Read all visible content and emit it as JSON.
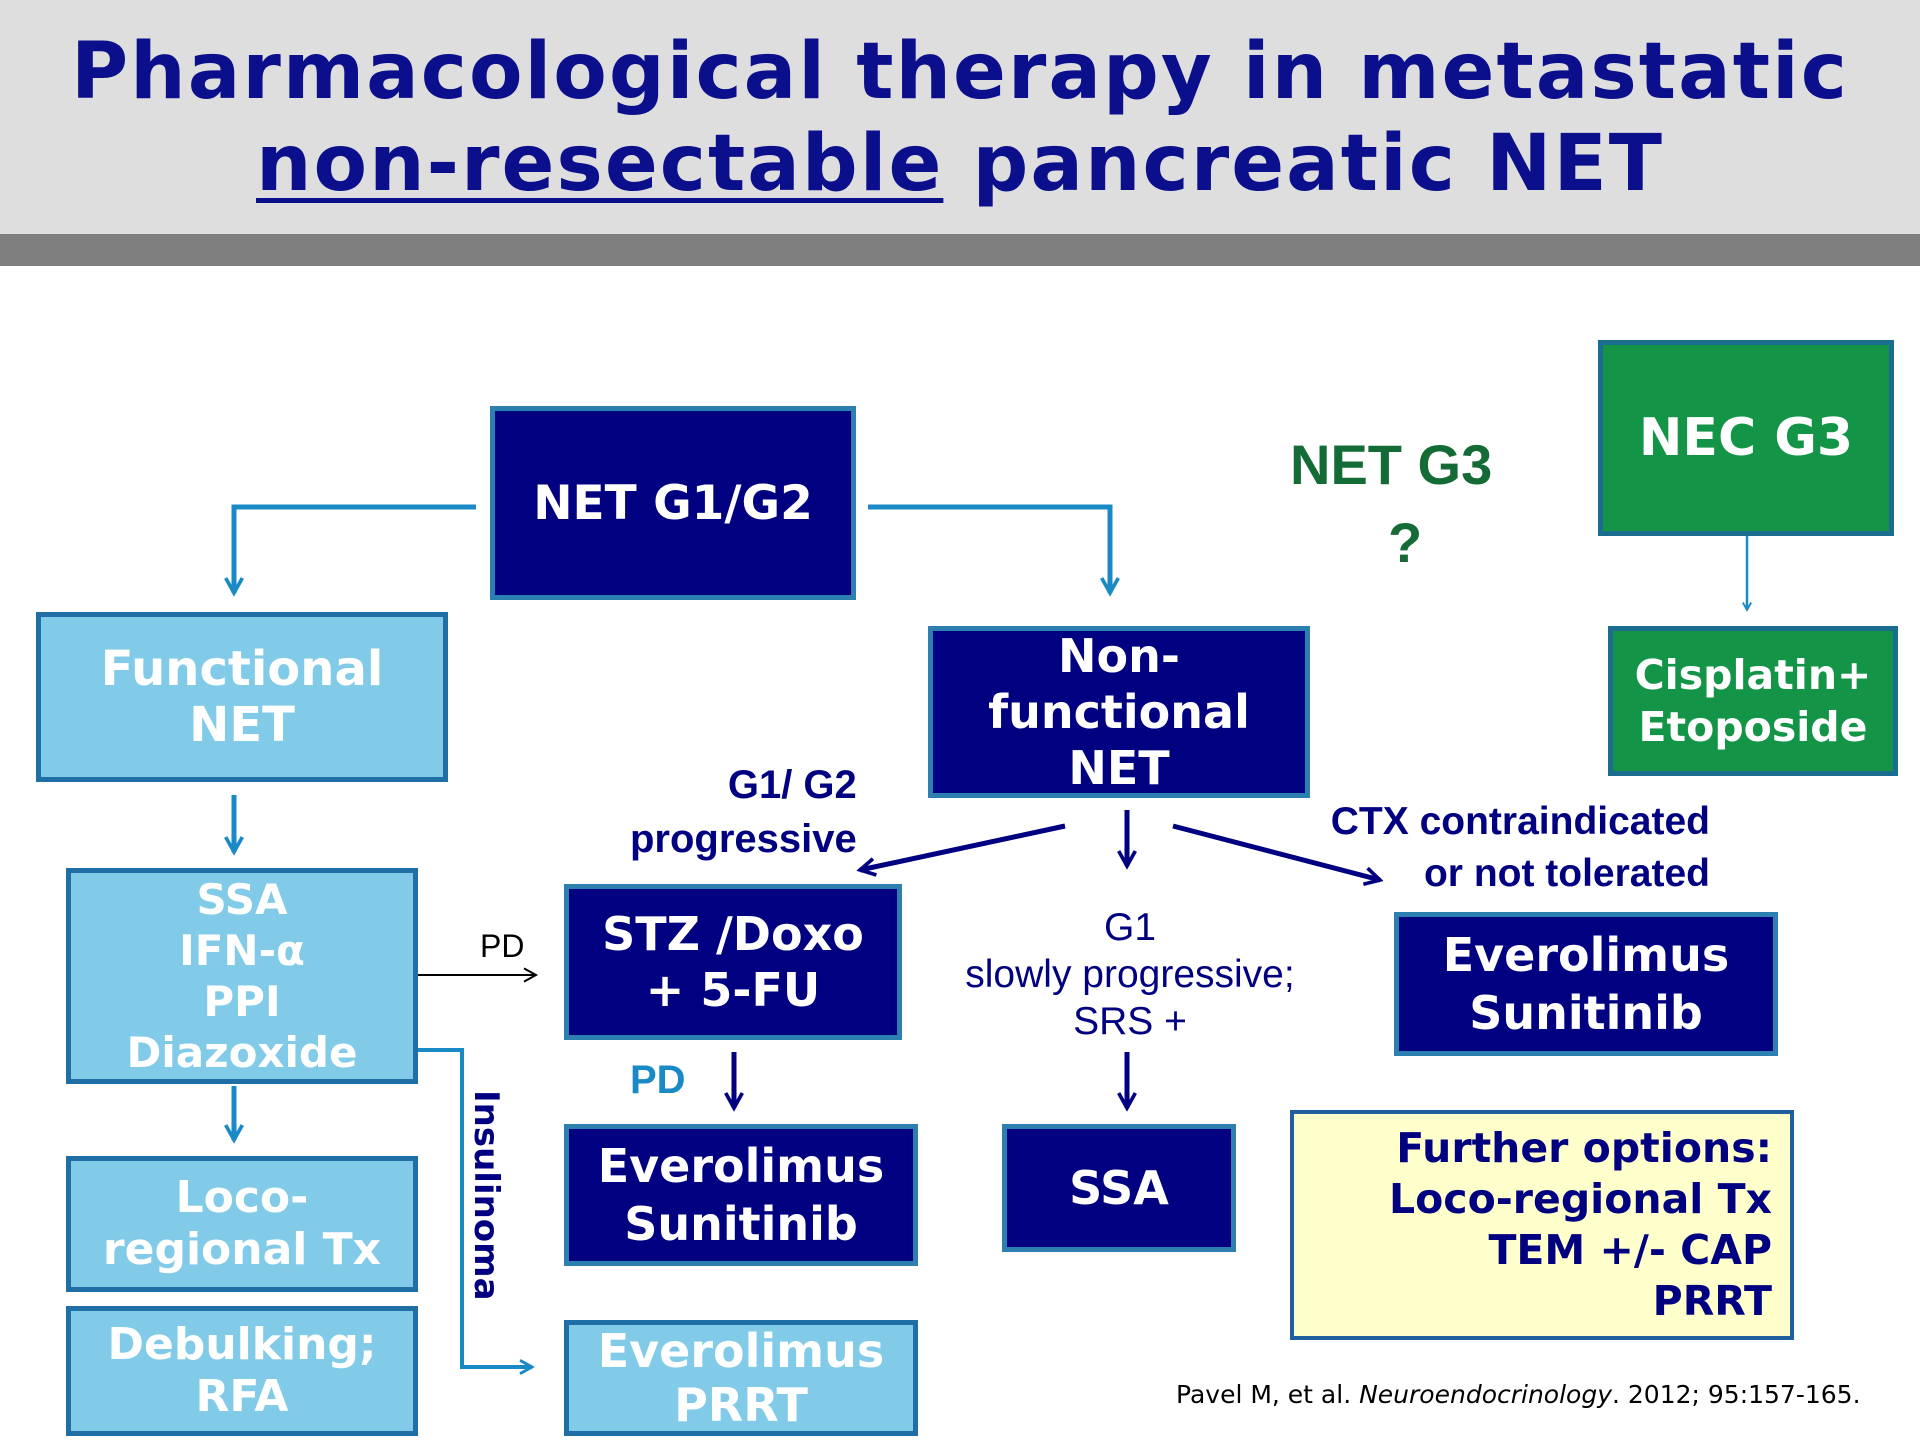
{
  "title": {
    "line1": "Pharmacological therapy in metastatic",
    "line2_underlined": "non-resectable",
    "line2_rest": " pancreatic NET"
  },
  "nodes": {
    "net_g1g2": "NET G1/G2",
    "functional_net": [
      "Functional",
      "NET"
    ],
    "ssa_group": [
      "SSA",
      "IFN-α",
      "PPI",
      "Diazoxide"
    ],
    "locoregional_tx": [
      "Loco-",
      "regional Tx"
    ],
    "debulking": [
      "Debulking;",
      "RFA"
    ],
    "nonfunctional_net": [
      "Non-",
      "functional",
      "NET"
    ],
    "stz_doxo": [
      "STZ /Doxo",
      "+ 5-FU"
    ],
    "everolimus_sunitinib_center": [
      "Everolimus",
      "Sunitinib"
    ],
    "everolimus_prrt": [
      "Everolimus",
      "PRRT"
    ],
    "ssa_center": "SSA",
    "everolimus_sunitinib_right": [
      "Everolimus",
      "Sunitinib"
    ],
    "further_options": [
      "Further options:",
      "Loco-regional Tx",
      "TEM +/- CAP",
      "PRRT"
    ],
    "nec_g3": "NEC G3",
    "cisplatin_etoposide": [
      "Cisplatin+",
      "Etoposide"
    ]
  },
  "labels": {
    "net_g3": "NET G3",
    "net_g3_q": "?",
    "pd_left": "PD",
    "insulinoma": "Insulinoma",
    "g1g2_progressive": [
      "G1/ G2",
      "progressive"
    ],
    "pd_center": "PD",
    "g1_slow": [
      "G1",
      "slowly progressive;",
      "SRS +"
    ],
    "ctx": [
      "CTX contraindicated",
      "or not tolerated"
    ]
  },
  "citation": {
    "authors": "Pavel M, et al. ",
    "journal": "Neuroendocrinology",
    "details": ". 2012; 95:157-165."
  },
  "colors": {
    "dark_navy": "#000080",
    "light_blue": "#82cbe8",
    "green": "#139447",
    "arrow_blue": "#1a8ac6",
    "cream": "#ffffcc"
  }
}
